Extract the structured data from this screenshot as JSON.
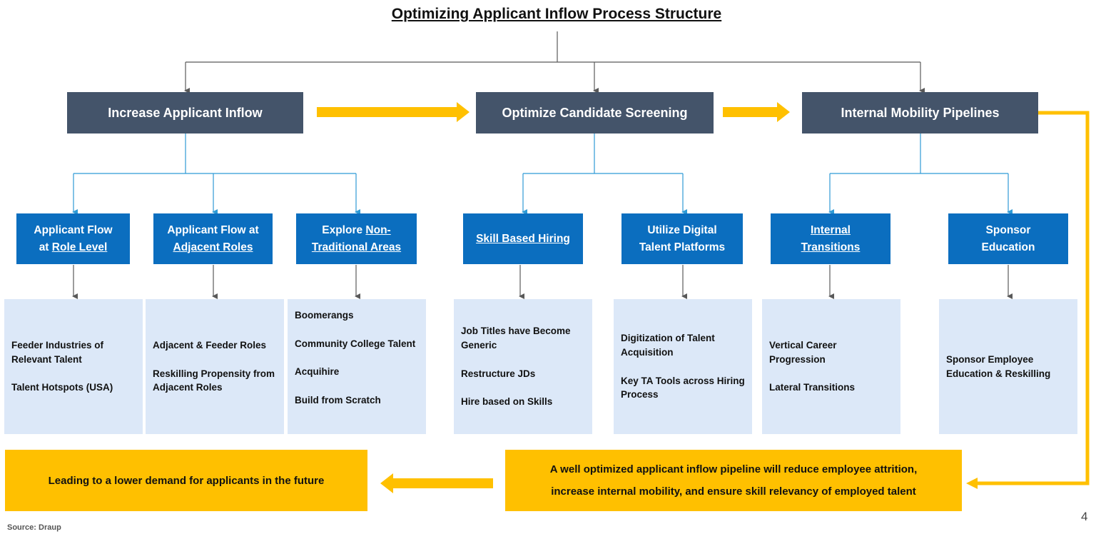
{
  "title": "Optimizing Applicant Inflow Process Structure",
  "colors": {
    "main_box": "#44546a",
    "sub_box": "#0b6ebf",
    "detail_box": "#dce8f8",
    "accent_yellow": "#ffc000",
    "connector_blue": "#2e9ad6",
    "connector_dark": "#595959"
  },
  "columns": [
    {
      "heading": "Increase Applicant Inflow",
      "subs": [
        {
          "parts": [
            "Applicant Flow",
            "at ",
            "Role Level"
          ],
          "details": [
            "Feeder Industries of Relevant Talent",
            "Talent Hotspots (USA)"
          ]
        },
        {
          "parts": [
            "Applicant Flow at",
            "",
            "Adjacent Roles"
          ],
          "details": [
            "Adjacent & Feeder Roles",
            "Reskilling Propensity from Adjacent Roles"
          ]
        },
        {
          "parts": [
            "Explore ",
            "Non-",
            "Traditional Areas"
          ],
          "details": [
            "Boomerangs",
            "Community College Talent",
            "Acquihire",
            "Build from Scratch"
          ]
        }
      ]
    },
    {
      "heading": "Optimize Candidate Screening",
      "subs": [
        {
          "parts": [
            "",
            "",
            "Skill Based Hiring"
          ],
          "details": [
            "Job Titles have Become Generic",
            "Restructure JDs",
            "Hire based on Skills"
          ]
        },
        {
          "parts": [
            "Utilize Digital",
            "",
            "Talent Platforms"
          ],
          "details": [
            "Digitization of Talent Acquisition",
            "Key TA Tools across Hiring Process"
          ]
        }
      ]
    },
    {
      "heading": "Internal Mobility Pipelines",
      "subs": [
        {
          "parts": [
            "",
            "Internal",
            "Transitions"
          ],
          "details": [
            "Vertical Career Progression",
            "Lateral Transitions"
          ]
        },
        {
          "parts": [
            "Sponsor",
            "",
            "Education"
          ],
          "details": [
            "Sponsor Employee Education & Reskilling"
          ]
        }
      ]
    }
  ],
  "outcome": {
    "pipeline_line1": "A well optimized applicant inflow pipeline will reduce employee attrition,",
    "pipeline_line2": "increase internal mobility, and ensure skill relevancy of employed talent",
    "result": "Leading to a lower demand for applicants in the future"
  },
  "source": "Source: Draup",
  "page_number": "4"
}
